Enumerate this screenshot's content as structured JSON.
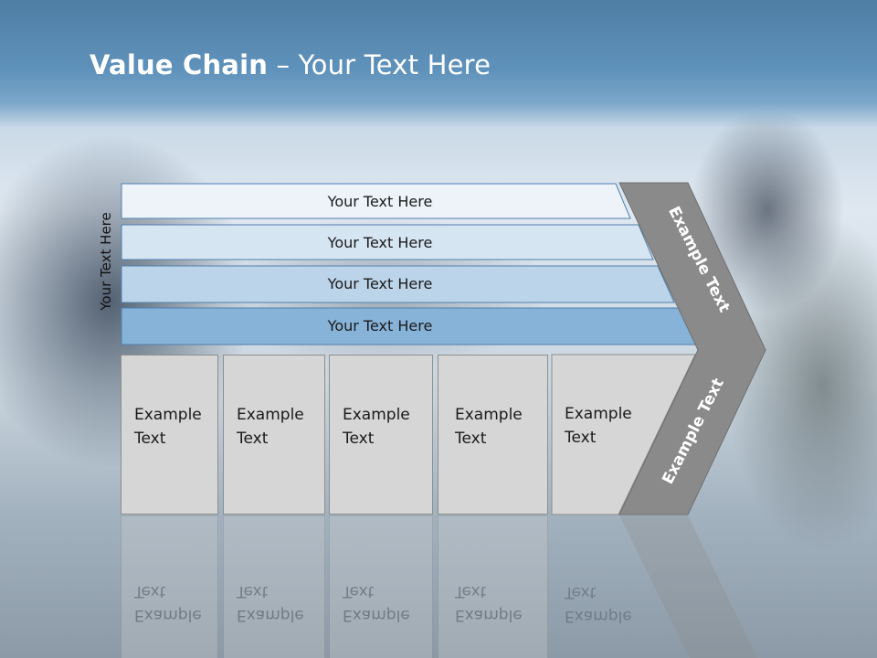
{
  "slide": {
    "title_bold": "Value Chain",
    "title_rest": " – Your Text Here",
    "vertical_label": "Your Text Here",
    "support_rows": [
      "Your Text Here",
      "Your Text Here",
      "Your Text Here",
      "Your Text Here"
    ],
    "primary_columns": [
      {
        "line1": "Example",
        "line2": "Text"
      },
      {
        "line1": "Example",
        "line2": "Text"
      },
      {
        "line1": "Example",
        "line2": "Text"
      },
      {
        "line1": "Example",
        "line2": "Text"
      },
      {
        "line1": "Example",
        "line2": "Text"
      }
    ],
    "arrow_upper": "Example Text",
    "arrow_lower": "Example Text"
  },
  "colors": {
    "title_band": "#5f92bb",
    "row1": "#edf3f9",
    "row2": "#d6e5f2",
    "row3": "#bcd4ea",
    "row4": "#87b3d9",
    "row_border": "#4e7fae",
    "column_fill": "#d6d6d6",
    "arrow_fill": "#8a8a8a"
  }
}
